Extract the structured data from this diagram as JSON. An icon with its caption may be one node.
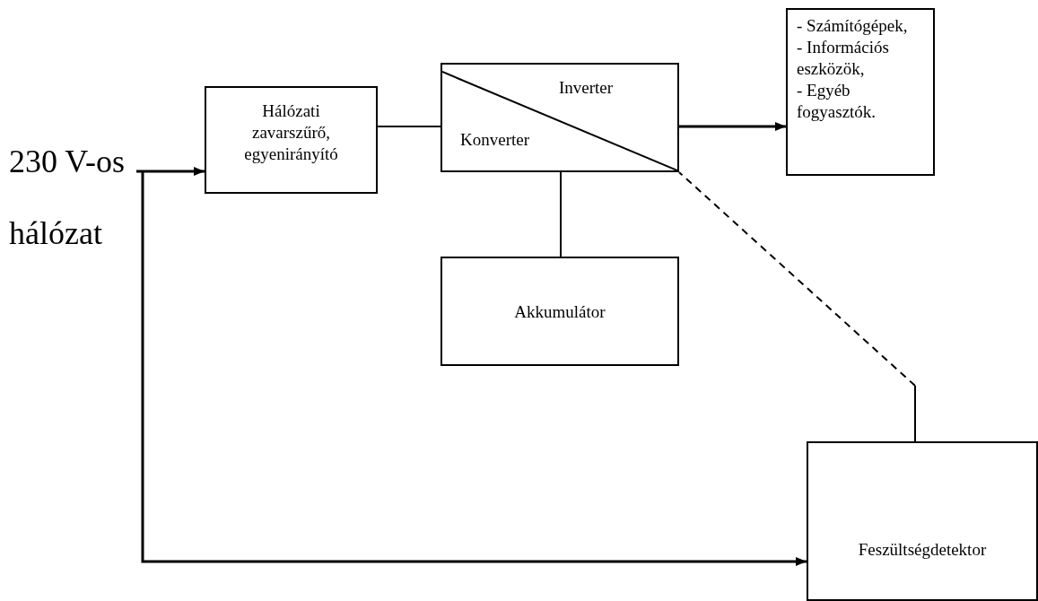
{
  "diagram": {
    "nodes": [
      {
        "text": [
          "230 V-os hálózat"
        ]
      },
      {
        "text": [
          "Hálózati zavarszűrő, egyenirányító"
        ]
      },
      {
        "text": [
          "Inverter",
          "Konverter"
        ]
      },
      {
        "text": [
          "- Számítógépek,",
          "- Információs eszközök,",
          "- Egyéb fogyasztók."
        ]
      },
      {
        "text": [
          "Akkumulátor"
        ]
      },
      {
        "text": [
          "Feszültségdetektor"
        ]
      }
    ],
    "edges": [
      {
        "from": 0,
        "to": 1,
        "arrow": "to"
      },
      {
        "from": 1,
        "to": 2,
        "arrow": "none"
      },
      {
        "from": 2,
        "to": 3,
        "arrow": "to"
      },
      {
        "from": 2,
        "to": 4,
        "arrow": "none"
      },
      {
        "from": 5,
        "to": 2,
        "arrow": "none",
        "style": "dashed"
      },
      {
        "from": 0,
        "to": 5,
        "arrow": "to"
      }
    ]
  }
}
